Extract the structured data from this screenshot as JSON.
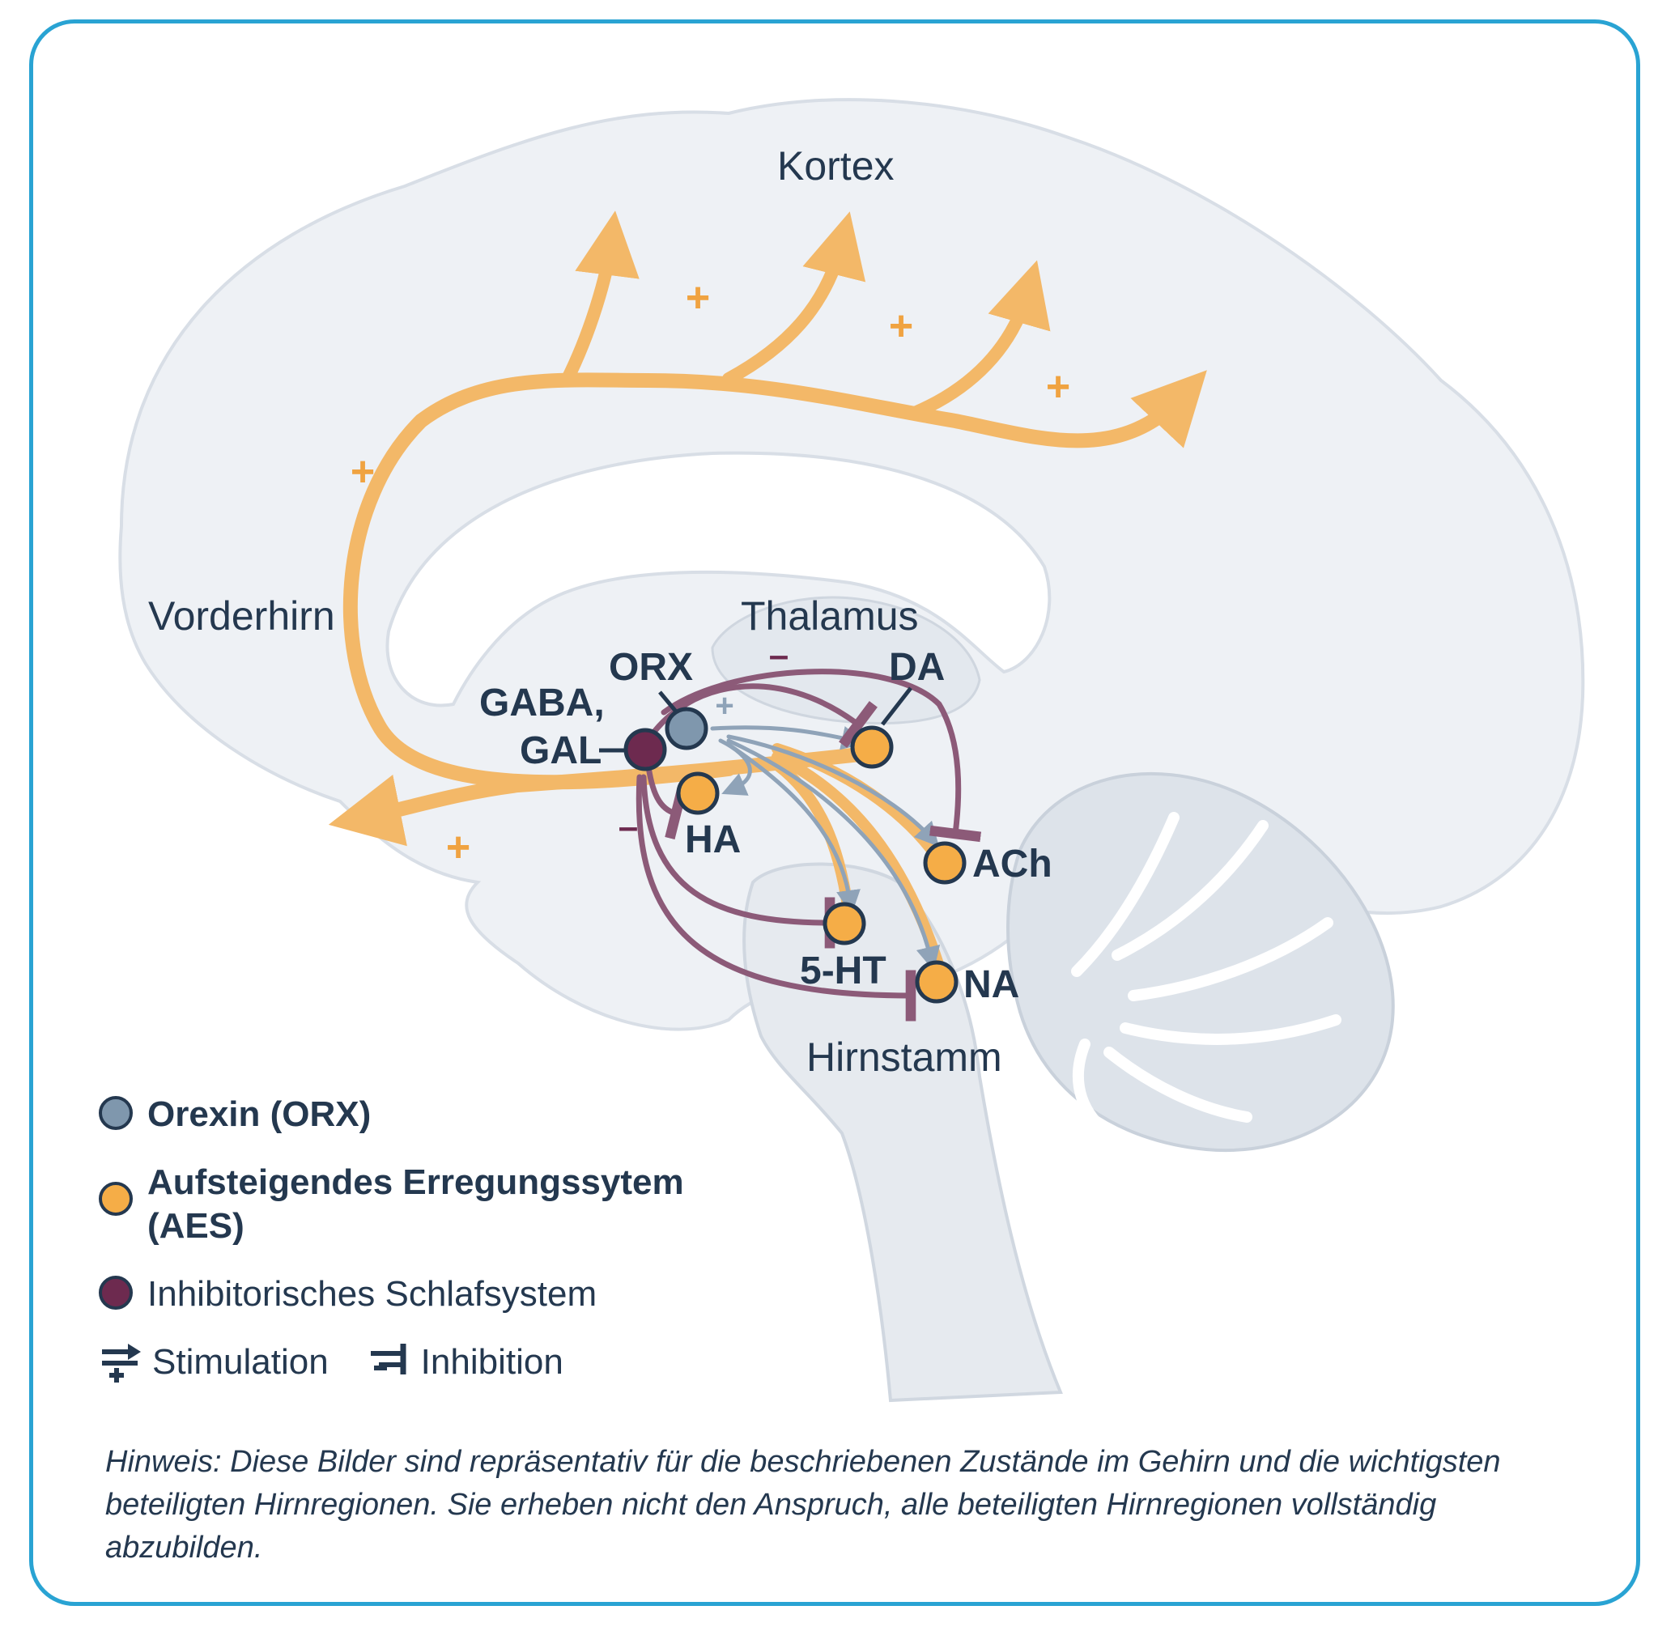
{
  "regions": {
    "kortex": "Kortex",
    "vorderhirn": "Vorderhirn",
    "thalamus": "Thalamus",
    "hirnstamm": "Hirnstamm"
  },
  "nodes": {
    "orx": "ORX",
    "gaba_line1": "GABA,",
    "gaba_line2": "GAL",
    "da": "DA",
    "ha": "HA",
    "ach": "ACh",
    "five_ht": "5-HT",
    "na": "NA"
  },
  "signs": {
    "plus": "+",
    "minus": "–"
  },
  "legend": {
    "orexin": "Orexin (ORX)",
    "aes_line1": "Aufsteigendes Erregungssytem",
    "aes_line2": "(AES)",
    "inhibitory": "Inhibitorisches Schlafsystem",
    "stimulation": "Stimulation",
    "inhibition": "Inhibition"
  },
  "note": "Hinweis: Diese Bilder sind repräsentativ für die beschriebenen Zustände im Gehirn und die wichtigsten beteiligten Hirnregionen. Sie erheben nicht den Anspruch, alle  beteiligten Hirnregionen vollständig abzubilden.",
  "colors": {
    "frame": "#29a3d3",
    "orexin": "#7f97ad",
    "aes": "#f5ad47",
    "inhibitory": "#6d2a4f",
    "text": "#24384f",
    "pathway_orange": "#f3b868",
    "pathway_gray": "#8fa3b8",
    "pathway_purple": "#8c5a78"
  }
}
